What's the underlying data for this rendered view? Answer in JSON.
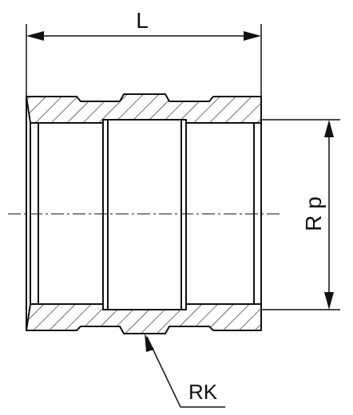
{
  "labels": {
    "length": "L",
    "thread": "R p",
    "item": "RK"
  },
  "colors": {
    "line": "#111111",
    "hatch": "#111111",
    "background": "#ffffff"
  }
}
